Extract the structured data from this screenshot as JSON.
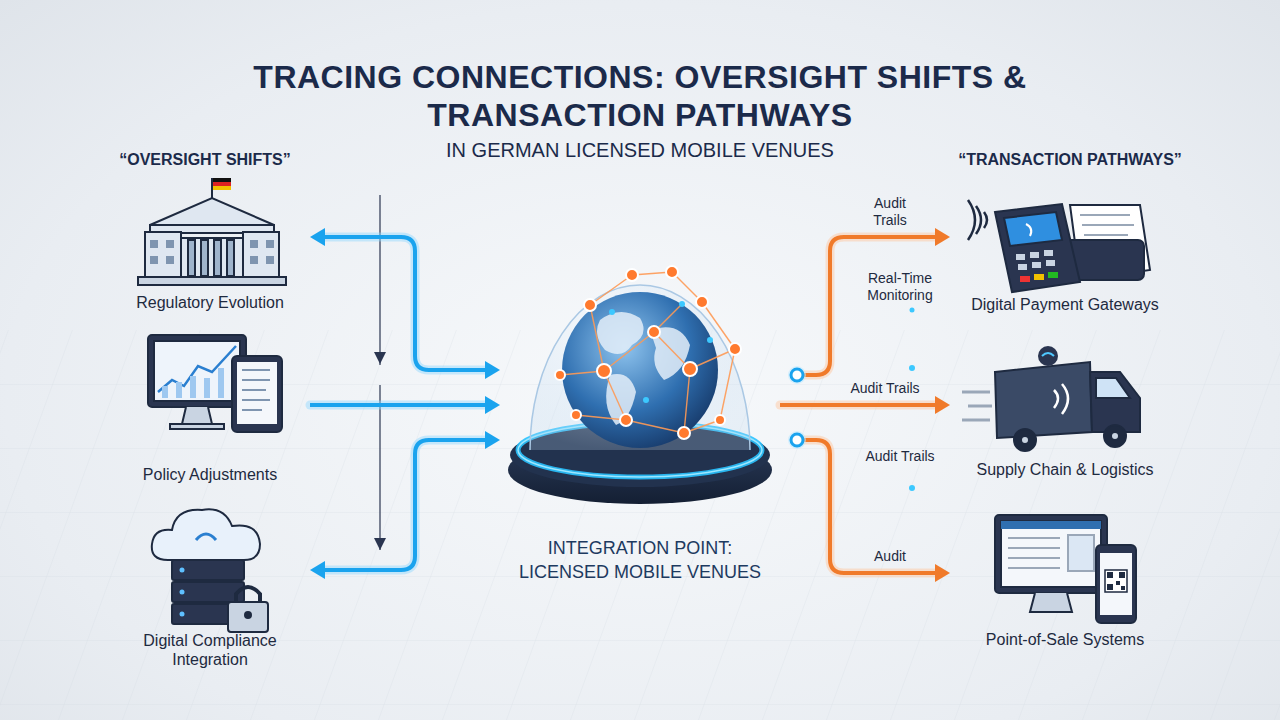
{
  "diagram": {
    "title": "TRACING CONNECTIONS: OVERSIGHT SHIFTS & TRANSACTION PATHWAYS",
    "nodes": [
      {
        "text": [
          "Regulatory Evolution"
        ]
      },
      {
        "text": [
          "Policy Adjustments"
        ]
      },
      {
        "text": [
          "Digital Compliance Integration"
        ]
      },
      {
        "text": [
          "INTEGRATION POINT: LICENSED MOBILE VENUES"
        ]
      },
      {
        "text": [
          "Digital Payment Gateways"
        ]
      },
      {
        "text": [
          "Supply Chain & Logistics"
        ]
      },
      {
        "text": [
          "Point-of-Sale Systems"
        ]
      }
    ],
    "edges": [
      {
        "from": 0,
        "to": 3,
        "arrow": "both"
      },
      {
        "from": 1,
        "to": 3,
        "arrow": "to"
      },
      {
        "from": 2,
        "to": 3,
        "arrow": "both"
      },
      {
        "from": 3,
        "to": 4,
        "label": "Audit Trails",
        "arrow": "to"
      },
      {
        "from": 3,
        "to": 5,
        "label": "Audit Trails",
        "arrow": "to"
      },
      {
        "from": 3,
        "to": 6,
        "label": "Audit",
        "arrow": "to"
      }
    ],
    "labels": [
      "IN GERMAN LICENSED MOBILE VENUES",
      "“OVERSIGHT SHIFTS”",
      "“TRANSACTION PATHWAYS”",
      "Real-Time Monitoring",
      "Audit Trails"
    ]
  }
}
